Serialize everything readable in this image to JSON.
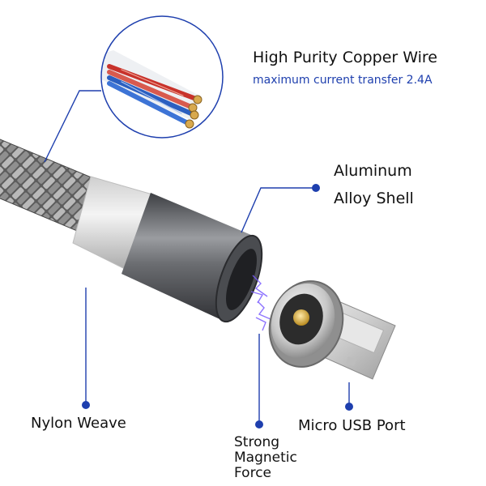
{
  "labels": {
    "copper_wire": "High Purity Copper Wire",
    "current_transfer": "maximum current transfer 2.4A",
    "aluminum_line1": "Aluminum",
    "aluminum_line2": "Alloy Shell",
    "nylon_weave": "Nylon Weave",
    "micro_usb_port": "Micro USB Port",
    "magnetic_force": "Strong Magnetic Force"
  },
  "colors": {
    "callout_blue": "#1e3fae",
    "copper_red": "#c8322b",
    "copper_blue": "#2b5fc0",
    "shell_gray": "#6d6f73"
  }
}
